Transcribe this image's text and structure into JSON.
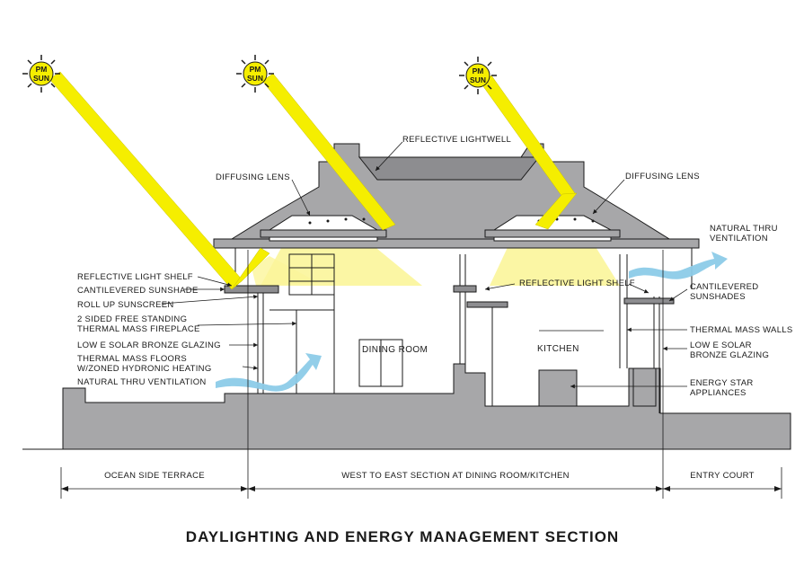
{
  "title": "DAYLIGHTING AND ENERGY MANAGEMENT SECTION",
  "colors": {
    "structure": "#a7a7a9",
    "sunbeam": "#f5ee00",
    "light_cone": "#fbf59a",
    "air_flow": "#8ccbe8",
    "line": "#1a1a1a"
  },
  "suns": [
    {
      "line1": "PM",
      "line2": "SUN"
    },
    {
      "line1": "PM",
      "line2": "SUN"
    },
    {
      "line1": "PM",
      "line2": "SUN"
    }
  ],
  "rooms": {
    "dining": "DINING ROOM",
    "kitchen": "KITCHEN"
  },
  "labels_top": {
    "lightwell": "REFLECTIVE LIGHTWELL",
    "lens_left": "DIFFUSING LENS",
    "lens_right": "DIFFUSING LENS",
    "light_shelf_center": "REFLECTIVE LIGHT SHELF"
  },
  "labels_left": [
    {
      "lines": [
        "REFLECTIVE LIGHT SHELF"
      ]
    },
    {
      "lines": [
        "CANTILEVERED SUNSHADE"
      ]
    },
    {
      "lines": [
        "ROLL UP SUNSCREEN"
      ]
    },
    {
      "lines": [
        "2 SIDED FREE STANDING",
        "THERMAL MASS FIREPLACE"
      ]
    },
    {
      "lines": [
        "LOW E SOLAR BRONZE GLAZING"
      ]
    },
    {
      "lines": [
        "THERMAL MASS FLOORS",
        "W/ZONED HYDRONIC HEATING"
      ]
    },
    {
      "lines": [
        "NATURAL THRU VENTILATION"
      ]
    }
  ],
  "labels_right": [
    {
      "lines": [
        "NATURAL THRU",
        "VENTILATION"
      ]
    },
    {
      "lines": [
        "CANTILEVERED",
        "SUNSHADES"
      ]
    },
    {
      "lines": [
        "THERMAL MASS WALLS"
      ]
    },
    {
      "lines": [
        "LOW E SOLAR",
        "BRONZE GLAZING"
      ]
    },
    {
      "lines": [
        "ENERGY STAR",
        "APPLIANCES"
      ]
    }
  ],
  "zones": [
    "OCEAN SIDE TERRACE",
    "WEST TO EAST SECTION AT DINING ROOM/KITCHEN",
    "ENTRY COURT"
  ]
}
